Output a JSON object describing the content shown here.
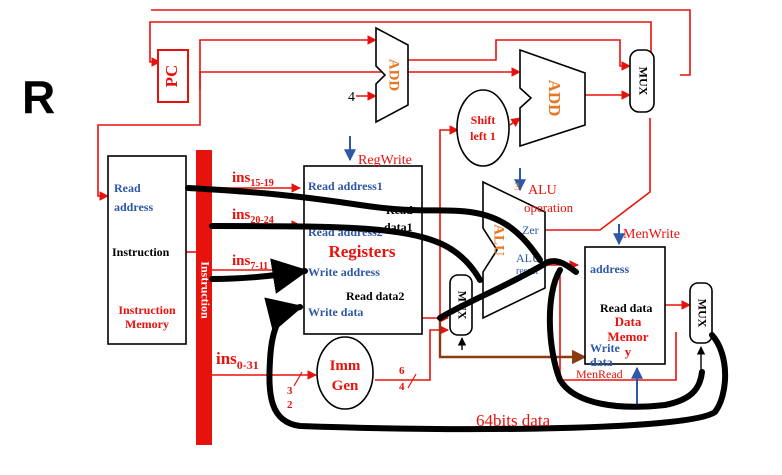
{
  "slide_letter": "R",
  "pc_label": "PC",
  "add_top_label": "ADD",
  "add_top_const": "4",
  "add_branch_label": "ADD",
  "shift_left_line1": "Shift",
  "shift_left_line2": "left 1",
  "mux_top_label": "MUX",
  "instruction_memory": {
    "read_address_line1": "Read",
    "read_address_line2": "address",
    "instruction": "Instruction",
    "title_line1": "Instruction",
    "title_line2": "Memory"
  },
  "instruction_bar_label": "Instruction",
  "ins_fields": {
    "f1_main": "ins",
    "f1_sub": "15-19",
    "f2_main": "ins",
    "f2_sub": "20-24",
    "f3_main": "ins",
    "f3_sub": "7-11",
    "f4_main": "ins",
    "f4_sub": "0-31"
  },
  "registers": {
    "title": "Registers",
    "read_address1": "Read address1",
    "read_address2": "Read address2",
    "write_address": "Write address",
    "write_data": "Write data",
    "read_data1_line1": "Read",
    "read_data1_line2": "data1",
    "read_data2": "Read data2"
  },
  "reg_write": "RegWrite",
  "imm_gen_line1": "Imm",
  "imm_gen_line2": "Gen",
  "imm_in_width_line1": "3",
  "imm_in_width_line2": "2",
  "imm_out_width_line1": "6",
  "imm_out_width_line2": "4",
  "mux_alu_label": "MUX",
  "alu": {
    "label": "ALU",
    "op_width": "3",
    "op_line1": "ALU",
    "op_line2": "operation",
    "zero": "Zer",
    "result_line1": "ALU",
    "result_line2": "result"
  },
  "data_memory": {
    "address": "address",
    "read_data": "Read data",
    "title_line1": "Data",
    "title_line2": "Memor",
    "title_line3": "y",
    "write_data_line1": "Write",
    "write_data_line2": "data"
  },
  "mem_write": "MenWrite",
  "mem_read": "MenRead",
  "mux_mem_label": "MUX",
  "bottom_label": "64bits data",
  "colors": {
    "red": "#e8120c",
    "dark_red": "#b40a0a",
    "blue": "#2e57a8",
    "brown": "#8a3b10",
    "orange": "#e87722",
    "black": "#000000"
  }
}
